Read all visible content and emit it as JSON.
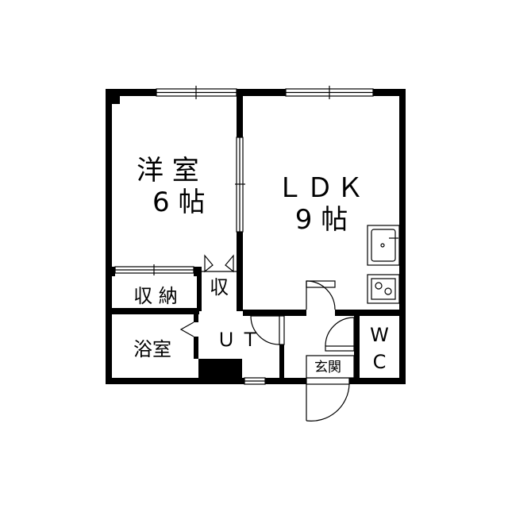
{
  "floor_plan": {
    "rooms": {
      "western_room": {
        "name": "洋 室",
        "size": "6 帖"
      },
      "ldk": {
        "name": "ＬＤＫ",
        "size": "9 帖"
      },
      "closet": {
        "name": "収 納"
      },
      "small_storage": {
        "name": "収"
      },
      "bathroom": {
        "name": "浴室"
      },
      "utility": {
        "name": "ＵＴ"
      },
      "entrance": {
        "name": "玄関"
      },
      "toilet": {
        "name_line1": "W",
        "name_line2": "C"
      }
    },
    "fixtures": [
      "kitchen-sink-icon",
      "stove-icon"
    ],
    "colors": {
      "wall": "#000000",
      "background": "#ffffff"
    }
  }
}
